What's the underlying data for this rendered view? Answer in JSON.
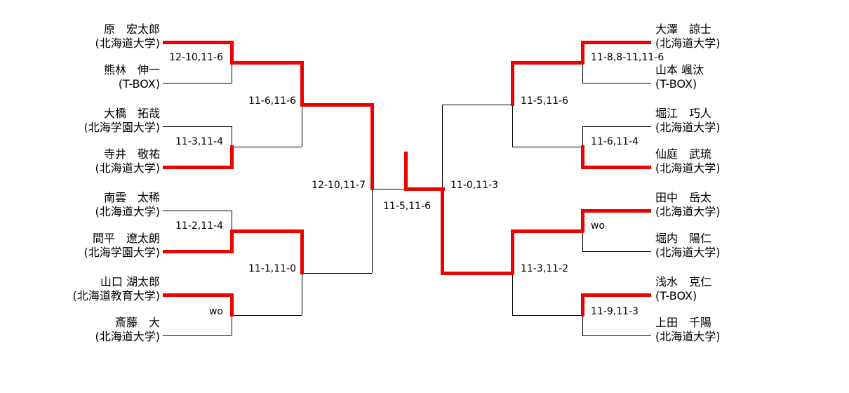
{
  "tournament": {
    "colors": {
      "winner_path": "#ee0000",
      "line": "#000000",
      "background": "#ffffff"
    },
    "champion": "田中　岳太",
    "final": {
      "score": "11-5,11-6",
      "winner": "田中　岳太"
    },
    "left": {
      "players": [
        {
          "name": "原　宏太郎",
          "affiliation": "(北海道大学)"
        },
        {
          "name": "熊林　伸一",
          "affiliation": "(T-BOX)"
        },
        {
          "name": "大橋　拓哉",
          "affiliation": "(北海学園大学)"
        },
        {
          "name": "寺井　敬祐",
          "affiliation": "(北海道大学)"
        },
        {
          "name": "南雲　太稀",
          "affiliation": "(北海道大学)"
        },
        {
          "name": "間平　遼太朗",
          "affiliation": "(北海学園大学)"
        },
        {
          "name": "山口 湖太郎",
          "affiliation": "(北海道教育大学)"
        },
        {
          "name": "斎藤　大",
          "affiliation": "(北海道大学)"
        }
      ],
      "round1": [
        {
          "score": "12-10,11-6",
          "winner": "原　宏太郎"
        },
        {
          "score": "11-3,11-4",
          "winner": "寺井　敬祐"
        },
        {
          "score": "11-2,11-4",
          "winner": "間平　遼太朗"
        },
        {
          "score": "wo",
          "winner": "山口 湖太郎"
        }
      ],
      "round2": [
        {
          "score": "11-6,11-6",
          "winner": "原　宏太郎"
        },
        {
          "score": "11-1,11-0",
          "winner": "間平　遼太朗"
        }
      ],
      "semifinal": {
        "score": "12-10,11-7",
        "winner": "原　宏太郎"
      }
    },
    "right": {
      "players": [
        {
          "name": "大澤　諒士",
          "affiliation": "(北海道大学)"
        },
        {
          "name": "山本 颯汰",
          "affiliation": "(T-BOX)"
        },
        {
          "name": "堀江　巧人",
          "affiliation": "(北海道大学)"
        },
        {
          "name": "仙庭　武琉",
          "affiliation": "(北海道大学)"
        },
        {
          "name": "田中　岳太",
          "affiliation": "(北海道大学)"
        },
        {
          "name": "堀内　陽仁",
          "affiliation": "(北海道大学)"
        },
        {
          "name": "浅水　克仁",
          "affiliation": "(T-BOX)"
        },
        {
          "name": "上田　千陽",
          "affiliation": "(北海道大学)"
        }
      ],
      "round1": [
        {
          "score": "11-8,8-11,11-6",
          "winner": "大澤　諒士"
        },
        {
          "score": "11-6,11-4",
          "winner": "仙庭　武琉"
        },
        {
          "score": "wo",
          "winner": "田中　岳太"
        },
        {
          "score": "11-9,11-3",
          "winner": "浅水　克仁"
        }
      ],
      "round2": [
        {
          "score": "11-5,11-6",
          "winner": "大澤　諒士"
        },
        {
          "score": "11-3,11-2",
          "winner": "田中　岳太"
        }
      ],
      "semifinal": {
        "score": "11-0,11-3",
        "winner": "田中　岳太"
      }
    }
  }
}
